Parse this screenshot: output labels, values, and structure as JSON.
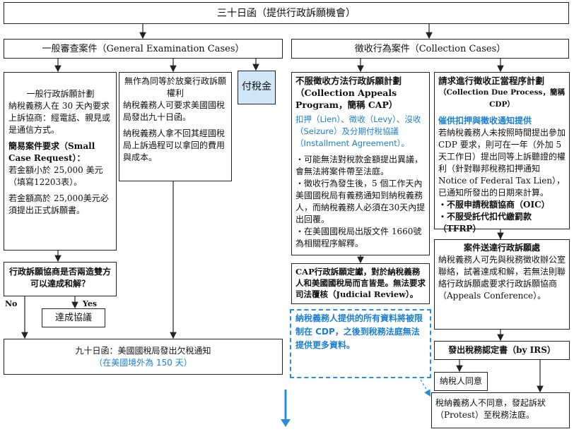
{
  "top": {
    "title": "三十日函（提供行政訴願機會）"
  },
  "general": {
    "title": "一般審查案件（General Examination Cases）"
  },
  "collection": {
    "title": "徵收行為案件（Collection Cases）"
  },
  "appeal_plan": {
    "title": "一般行政訴願計劃",
    "text": "納稅義務人在 30 天內要求上訴協商：經電話、親見或是通信方式。",
    "small_title": "簡易案件要求（Small Case Request）：",
    "small_text1": "若金額小於 25,000 美元（填寫12203表）。",
    "small_text2": "若金額高於 25,000美元必須提出正式訴願書。"
  },
  "waiver": {
    "title": "無作為同等於放棄行政訴願權利",
    "text1": "納稅義務人可要求美國國稅局發出九十日函。",
    "text2": "納稅義務人拿不回其經國稅局上訴過程可以拿回的費用與成本。"
  },
  "pay_tax": {
    "label": "付稅金"
  },
  "question": {
    "text": "行政訴願協商是否兩造雙方可以達成和解？"
  },
  "no_label": "No",
  "yes_label": "Yes",
  "settled": {
    "label": "達成協議"
  },
  "ninety": {
    "text": "九十日函：美國國稅局發出欠稅通知",
    "sub": "（在美國境外為 150 天）"
  },
  "cap": {
    "title": "不服徵收方法行政訴願計劃（Collection Appeals Program，簡稱 CAP）",
    "blue": "扣押（Lien）、徵收（Levy）、沒收（Seizure）及分期付稅協議（Installment Agreement）。",
    "b1": "‧可能無法對稅款金額提出異議，會無法將案件帶至法庭。",
    "b2": "‧徵收行為發生後，5 個工作天內美國國稅局有義務通知到納稅義務人，而納稅義務人必須在30天內提出回覆。",
    "b3": "‧在美國國稅局出版文件 1660號為相關程序解釋。"
  },
  "cap_decision": {
    "text": "CAP行政訴願定讞，對於納稅義務人和美國國稅局而言皆是。無法要求司法覆核（Judicial Review）。"
  },
  "cap_note": {
    "text": "納稅義務人提供的所有資料將被限制在 CDP，之後到稅務法庭無法提供更多資料。"
  },
  "cdp": {
    "title": "請求進行徵收正當程序計劃",
    "subtitle": "（Collection Due Process，簡稱 CDP）",
    "blue": "催供扣押與徵收通知提供",
    "text": "若納稅義務人未按照時間提出參加 CDP 要求，則可在一年（外加 5 天工作日）提出同等上訴聽證的權利（針對聯邦稅務扣押通知Notice of Federal Tax Lien），已通知所發出的日期來計算。",
    "b1": "‧不服申請稅額協商（OIC）",
    "b2": "‧不服受託代扣代繳罰款（TFRP）"
  },
  "transfer": {
    "title": "案件送達行政訴願處",
    "text": "納稅義務人可先與稅務徵收辦公室聯絡，試著達成和解，若無法則聯絡行政訴願處要求行政訴願協商（Appeals Conference）。"
  },
  "determination": {
    "text": "發出稅務認定書（by IRS）"
  },
  "agree": {
    "text": "納稅人同意"
  },
  "disagree": {
    "text": "稅納義務人不同意，發起訴狀（Protest）至稅務法庭。"
  }
}
